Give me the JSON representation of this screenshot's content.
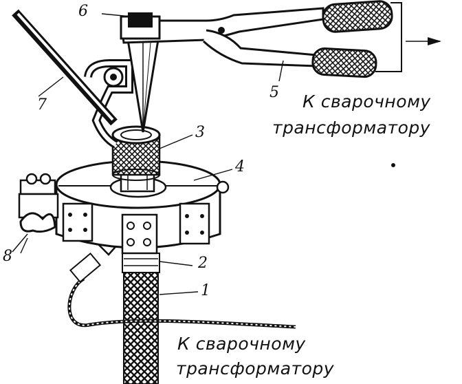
{
  "labels": {
    "l1": "1",
    "l2": "2",
    "l3": "3",
    "l4": "4",
    "l5": "5",
    "l6": "6",
    "l7": "7",
    "l8": "8"
  },
  "captions": {
    "top_line1": "К сварочному",
    "top_line2": "трансформатору",
    "bottom_line1": "К сварочному",
    "bottom_line2": "трансформатору"
  }
}
